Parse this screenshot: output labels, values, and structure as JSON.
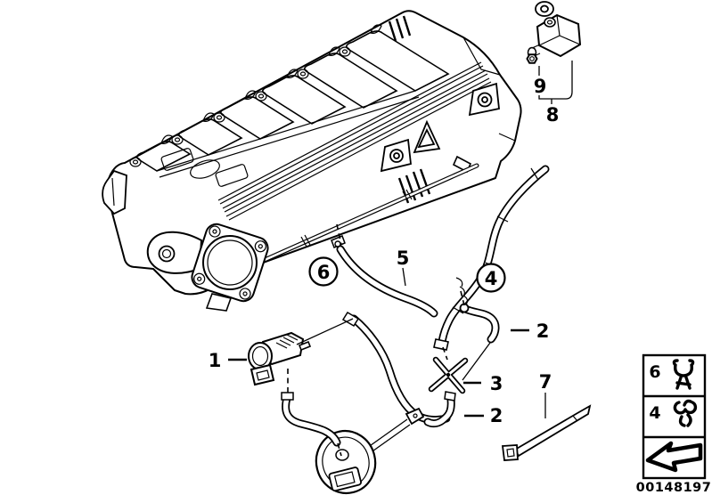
{
  "diagram": {
    "description": "Intake manifold vacuum control exploded parts diagram",
    "callouts": {
      "c1": {
        "label": "1"
      },
      "c2a": {
        "label": "2"
      },
      "c2b": {
        "label": "2"
      },
      "c3": {
        "label": "3"
      },
      "c4": {
        "label": "4"
      },
      "c5": {
        "label": "5"
      },
      "c6": {
        "label": "6"
      },
      "c7": {
        "label": "7"
      },
      "c8": {
        "label": "8"
      },
      "c9": {
        "label": "9"
      }
    },
    "legend": {
      "rows": [
        {
          "number": "6",
          "icon": "hose-clip-icon"
        },
        {
          "number": "4",
          "icon": "wire-clamp-icon"
        },
        {
          "number": "",
          "icon": "direction-arrow-icon"
        }
      ],
      "part_number": "00148197"
    },
    "colors": {
      "line": "#000000",
      "background": "#ffffff"
    }
  }
}
